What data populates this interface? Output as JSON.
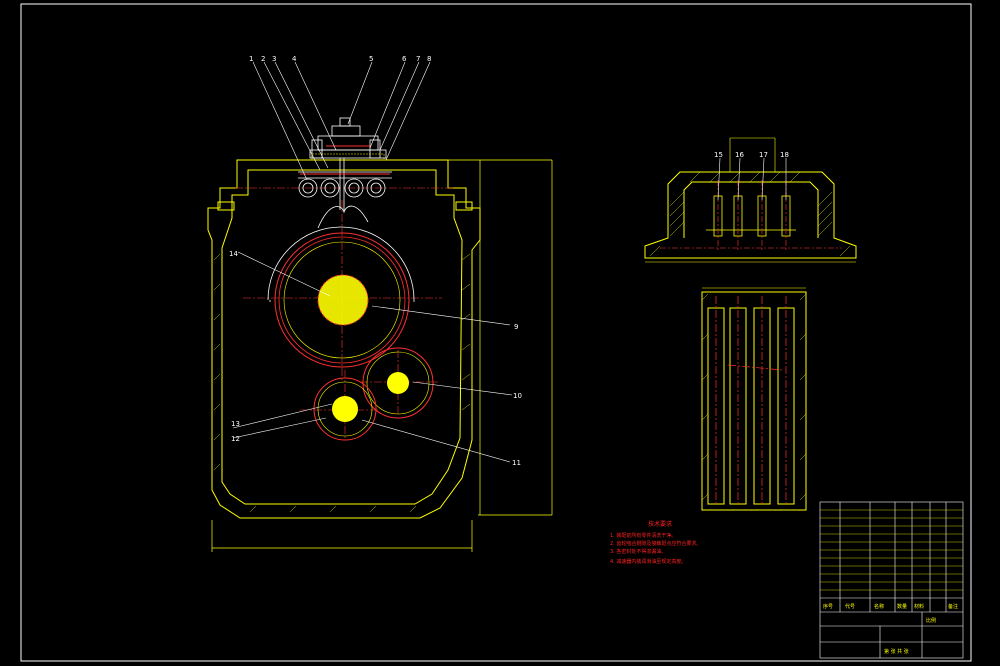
{
  "colors": {
    "background": "#000000",
    "outline": "#ffff00",
    "gear": "#ff3030",
    "leader": "#ffffff",
    "center_line": "#ff3030",
    "note_text": "#ff2222",
    "title_block": "#ffff00"
  },
  "part_labels": [
    {
      "id": "p1",
      "text": "1"
    },
    {
      "id": "p2",
      "text": "2"
    },
    {
      "id": "p3",
      "text": "3"
    },
    {
      "id": "p4",
      "text": "4"
    },
    {
      "id": "p5",
      "text": "5"
    },
    {
      "id": "p6",
      "text": "6"
    },
    {
      "id": "p7",
      "text": "7"
    },
    {
      "id": "p8",
      "text": "8"
    },
    {
      "id": "p9",
      "text": "9"
    },
    {
      "id": "p10",
      "text": "10"
    },
    {
      "id": "p11",
      "text": "11"
    },
    {
      "id": "p12",
      "text": "12"
    },
    {
      "id": "p13",
      "text": "13"
    },
    {
      "id": "p14",
      "text": "14"
    },
    {
      "id": "p15",
      "text": "15"
    },
    {
      "id": "p16",
      "text": "16"
    },
    {
      "id": "p17",
      "text": "17"
    },
    {
      "id": "p18",
      "text": "18"
    }
  ],
  "tech_requirements": {
    "title": "技术要求",
    "lines": [
      "1. 装配前所有零件清洗干净。",
      "2. 齿轮啮合侧隙及接触斑点应符合要求。",
      "3. 各密封处不得渗漏油。",
      "4. 减速器内装润滑油至规定高度。"
    ]
  },
  "title_block": {
    "col_seq": "序号",
    "col_code": "代号",
    "col_name": "名称",
    "col_qty": "数量",
    "col_material": "材料",
    "col_note": "备注",
    "scale": "比例",
    "sheet": "第 张 共 张"
  }
}
